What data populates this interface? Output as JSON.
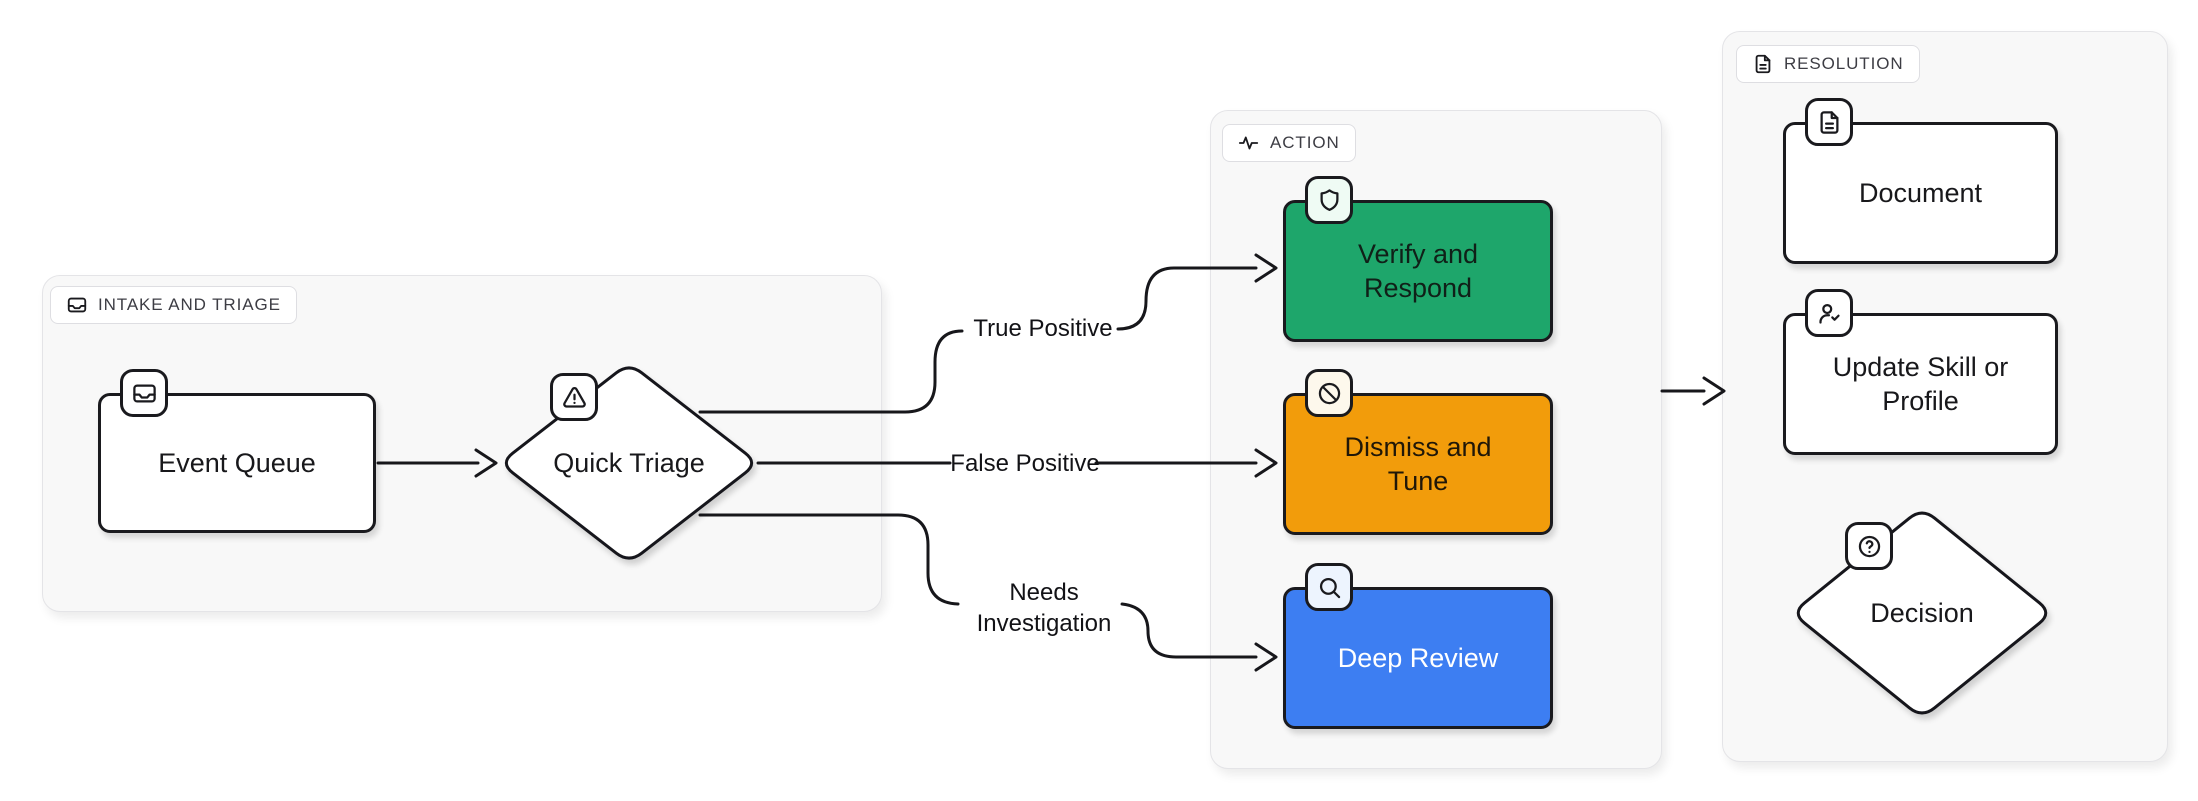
{
  "groups": {
    "intake": {
      "label": "INTAKE AND TRIAGE",
      "icon": "inbox-icon"
    },
    "action": {
      "label": "ACTION",
      "icon": "activity-icon"
    },
    "resolution": {
      "label": "RESOLUTION",
      "icon": "file-text-icon"
    }
  },
  "nodes": {
    "event_queue": {
      "label": "Event Queue",
      "type": "box",
      "icon": "inbox-icon",
      "fill": "#ffffff",
      "text_color": "#18181b",
      "badge_bg": "#ffffff"
    },
    "quick_triage": {
      "label": "Quick Triage",
      "type": "diamond",
      "icon": "alert-triangle-icon",
      "fill": "#ffffff",
      "text_color": "#18181b",
      "badge_bg": "#ffffff"
    },
    "verify": {
      "label": "Verify and Respond",
      "type": "box",
      "icon": "shield-icon",
      "fill": "#1ea66b",
      "text_color": "#102018",
      "badge_bg": "#effbf4"
    },
    "dismiss": {
      "label": "Dismiss and Tune",
      "type": "box",
      "icon": "ban-icon",
      "fill": "#f29c0b",
      "text_color": "#201708",
      "badge_bg": "#fdf8ec"
    },
    "deep_review": {
      "label": "Deep Review",
      "type": "box",
      "icon": "search-icon",
      "fill": "#3d7ef2",
      "text_color": "#ffffff",
      "badge_bg": "#edf4fe"
    },
    "document": {
      "label": "Document",
      "type": "box",
      "icon": "file-text-icon",
      "fill": "#ffffff",
      "text_color": "#18181b",
      "badge_bg": "#ffffff"
    },
    "update_skill": {
      "label": "Update Skill or Profile",
      "type": "box",
      "icon": "user-check-icon",
      "fill": "#ffffff",
      "text_color": "#18181b",
      "badge_bg": "#ffffff"
    },
    "decision": {
      "label": "Decision",
      "type": "diamond",
      "icon": "help-circle-icon",
      "fill": "#ffffff",
      "text_color": "#18181b",
      "badge_bg": "#ffffff"
    }
  },
  "edges": {
    "intake_to_triage": {
      "from": "event_queue",
      "to": "quick_triage",
      "label": ""
    },
    "true_positive": {
      "from": "quick_triage",
      "to": "verify",
      "label": "True Positive"
    },
    "false_positive": {
      "from": "quick_triage",
      "to": "dismiss",
      "label": "False Positive"
    },
    "needs_investigation": {
      "from": "quick_triage",
      "to": "deep_review",
      "label": "Needs Investigation"
    },
    "action_to_resolution": {
      "from": "action",
      "to": "resolution",
      "label": ""
    }
  },
  "colors": {
    "edge": "#17171b",
    "group_bg": "#f8f8f8",
    "group_border": "#e4e4e7",
    "node_border": "#1a1a1e",
    "green": "#1ea66b",
    "orange": "#f29c0b",
    "blue": "#3d7ef2"
  }
}
